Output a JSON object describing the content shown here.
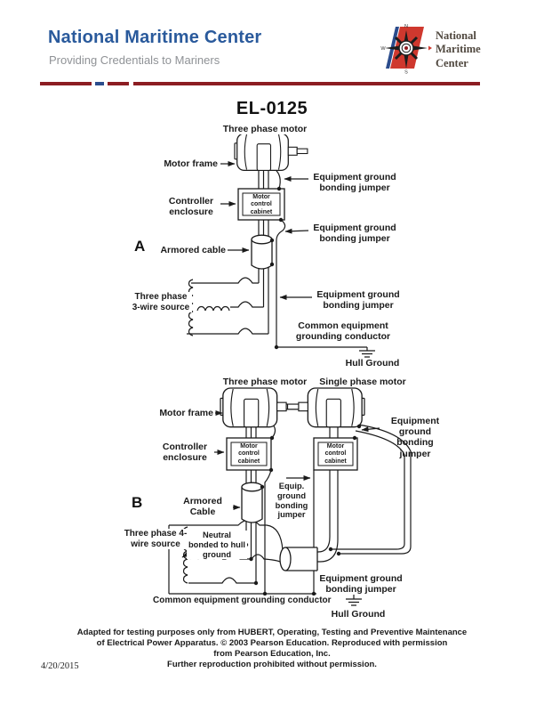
{
  "header": {
    "title": "National Maritime Center",
    "tagline": "Providing Credentials to Mariners",
    "logo": {
      "line1": "National",
      "line2": "Maritime",
      "line3": "Center",
      "n": "N",
      "w": "W",
      "s": "S"
    },
    "colors": {
      "brand_blue": "#2a5a9c",
      "tagline_gray": "#8f9296",
      "divider_red": "#8c1d22",
      "divider_blue": "#2b4c8c",
      "logo_red": "#cf382e",
      "logo_text": "#50483f",
      "ink": "#1a1a1a"
    }
  },
  "doc": {
    "heading": "EL-0125"
  },
  "diagram_a": {
    "section": "A",
    "labels": {
      "motor_top": "Three phase motor",
      "motor_frame": "Motor frame",
      "egbj_upper": "Equipment ground bonding jumper",
      "controller": "Controller enclosure",
      "cabinet": "Motor control cabinet",
      "egbj_mid": "Equipment ground bonding jumper",
      "armored": "Armored cable",
      "source": "Three phase 3-wire source",
      "egbj_lower": "Equipment ground bonding jumper",
      "common": "Common equipment grounding conductor",
      "hull": "Hull Ground"
    }
  },
  "diagram_b": {
    "section": "B",
    "labels": {
      "motor_top_left": "Three phase motor",
      "motor_top_right": "Single phase motor",
      "motor_frame": "Motor frame",
      "controller": "Controller enclosure",
      "cabinet_left": "Motor control cabinet",
      "cabinet_right": "Motor control cabinet",
      "egbj_right": "Equipment ground bonding jumper",
      "armored": "Armored Cable",
      "equip_gbj": "Equip. ground bonding jumper",
      "neutral": "Neutral bonded to hull ground",
      "source": "Three phase 4-wire source",
      "egbj_bottom": "Equipment ground bonding jumper",
      "common": "Common equipment grounding conductor",
      "hull": "Hull Ground"
    }
  },
  "footer": {
    "line1": "Adapted for testing purposes only from HUBERT, Operating, Testing and Preventive Maintenance",
    "line2": "of Electrical Power Apparatus. © 2003 Pearson Education. Reproduced with permission",
    "line3": "from Pearson Education, Inc.",
    "line4": "Further reproduction prohibited without permission.",
    "date": "4/20/2015"
  }
}
